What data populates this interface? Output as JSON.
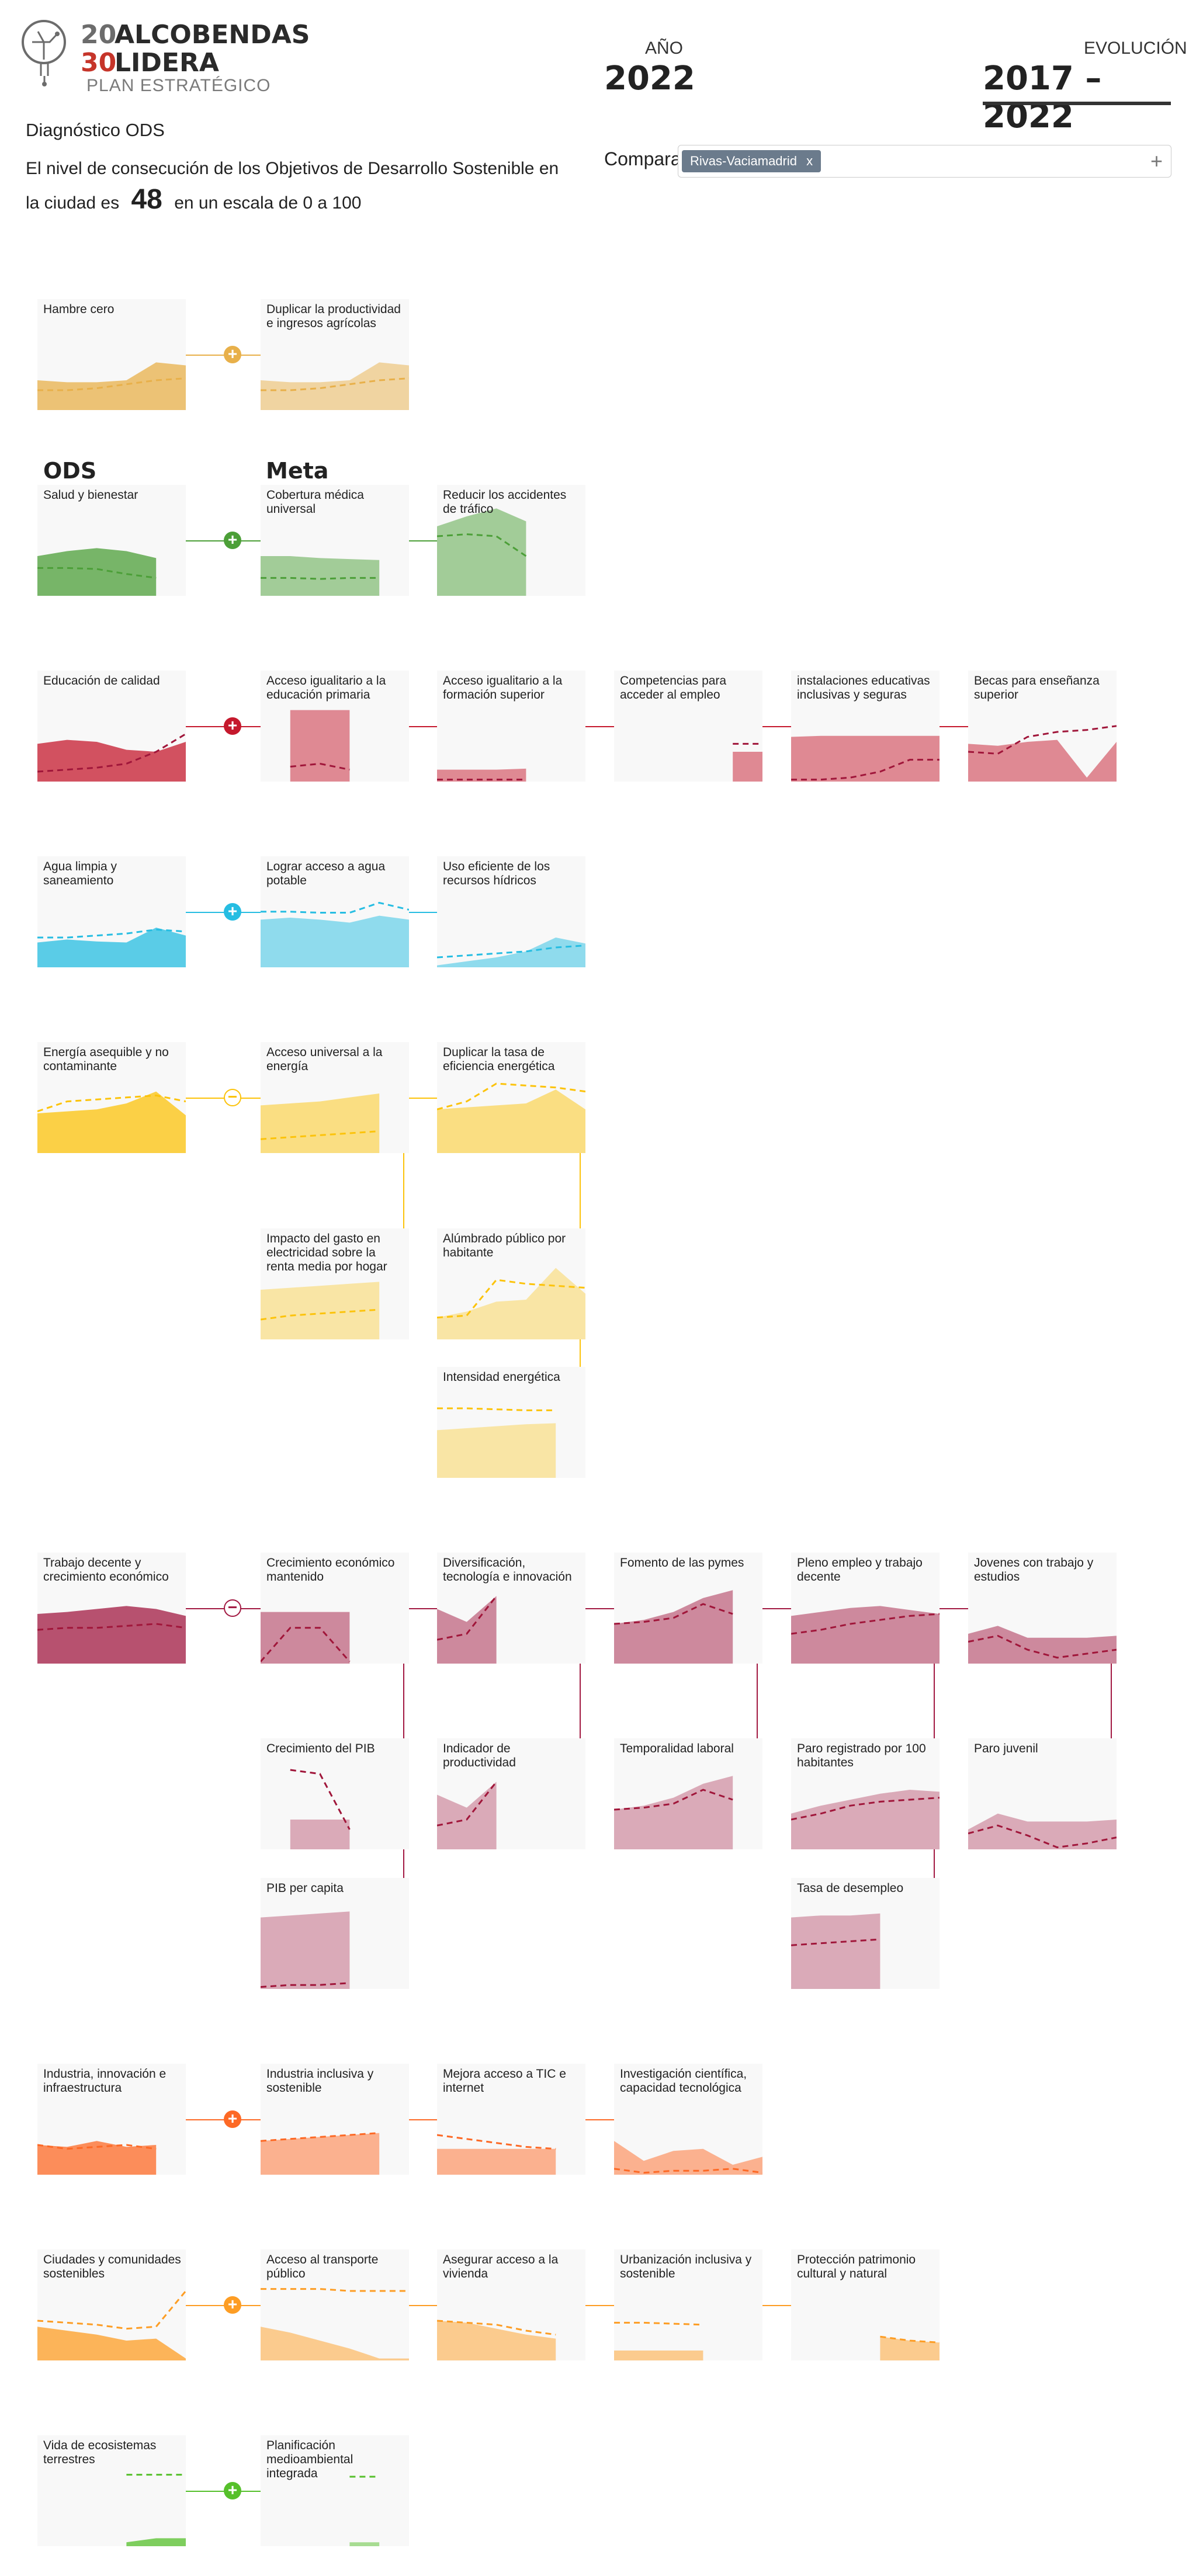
{
  "logo": {
    "line1_num": "20",
    "line1_text": "ALCOBENDAS",
    "line2_num": "30",
    "line2_text": "LIDERA",
    "line3_text": "PLAN ESTRATÉGICO"
  },
  "header": {
    "year_label": "AÑO",
    "year_value": "2022",
    "evolution_label": "EVOLUCIÓN",
    "evolution_value": "2017 – 2022"
  },
  "diagnosis": {
    "title": "Diagnóstico ODS",
    "sentence_before": "El nivel de consecución de los Objetivos de Desarrollo Sostenible en la ciudad es",
    "score": "48",
    "sentence_after": "en un escala de 0 a 100"
  },
  "compare": {
    "label": "Comparar",
    "chip": "Rivas-Vaciamadrid",
    "chip_remove": "x",
    "add": "+"
  },
  "columns": {
    "ods": "ODS",
    "meta": "Meta"
  },
  "colors": {
    "hambre": "#e8b04a",
    "salud": "#4c9f38",
    "educacion": "#c5192d",
    "agua": "#26bde2",
    "energia": "#fcc30b",
    "trabajo": "#a21942",
    "industria": "#fd6925",
    "ciudades": "#fd9d24",
    "vida": "#56c02b"
  },
  "connectors": {
    "hambre": "+",
    "salud": "+",
    "educacion": "+",
    "agua": "+",
    "energia": "−",
    "trabajo": "−",
    "industria": "+",
    "ciudades": "+",
    "vida": "+"
  },
  "panels": {
    "hambre_cero": "Hambre cero",
    "duplicar_productividad": "Duplicar la productividad e ingresos agrícolas",
    "salud_bienestar": "Salud y bienestar",
    "cobertura_medica": "Cobertura médica universal",
    "reducir_accidentes": "Reducir los accidentes de tráfico",
    "educacion_calidad": "Educación de calidad",
    "acceso_primaria": "Acceso igualitario a la educación primaria",
    "acceso_superior": "Acceso igualitario a la formación superior",
    "competencias_empleo": "Competencias para acceder al empleo",
    "instalaciones_educativas": "instalaciones educativas inclusivas y seguras",
    "becas": "Becas para enseñanza superior",
    "agua_limpia": "Agua limpia y saneamiento",
    "acceso_agua": "Lograr acceso a agua potable",
    "uso_eficiente_agua": "Uso eficiente de los recursos hídricos",
    "energia_asequible": "Energía asequible y no contaminante",
    "acceso_energia": "Acceso universal a la energía",
    "duplicar_eficiencia": "Duplicar la tasa de eficiencia energética",
    "impacto_gasto": "Impacto del gasto en electricidad sobre la renta media por hogar",
    "alumbrado_publico": "Alúmbrado público por habitante",
    "intensidad_energetica": "Intensidad energética",
    "trabajo_decente": "Trabajo decente y crecimiento económico",
    "crecimiento_economico": "Crecimiento económico mantenido",
    "diversificacion": "Diversificación, tecnología e innovación",
    "fomento_pymes": "Fomento de las pymes",
    "pleno_empleo": "Pleno empleo y trabajo decente",
    "jovenes_trabajo": "Jovenes con trabajo y estudios",
    "crecimiento_pib": "Crecimiento del PIB",
    "indicador_productividad": "Indicador de productividad",
    "temporalidad_laboral": "Temporalidad laboral",
    "paro_registrado": "Paro registrado por 100 habitantes",
    "paro_juvenil": "Paro juvenil",
    "pib_per_capita": "PIB per capita",
    "tasa_desempleo": "Tasa de desempleo",
    "industria_innovacion": "Industria, innovación e infraestructura",
    "industria_inclusiva": "Industria inclusiva y sostenible",
    "mejora_tic": "Mejora acceso a TIC e internet",
    "investigacion_cientifica": "Investigación científica, capacidad tecnológica",
    "ciudades_sostenibles": "Ciudades y comunidades sostenibles",
    "acceso_transporte": "Acceso al transporte público",
    "acceso_vivienda": "Asegurar acceso a la vivienda",
    "urbanizacion_inclusiva": "Urbanización inclusiva y sostenible",
    "proteccion_patrimonio": "Protección patrimonio cultural y natural",
    "vida_ecosistemas": "Vida de ecosistemas terrestres",
    "planificacion_medioambiental": "Planificación medioambiental integrada"
  },
  "chart_data": {
    "type": "area",
    "x": [
      2017,
      2018,
      2019,
      2020,
      2021,
      2022
    ],
    "ylim": [
      0,
      100
    ],
    "note": "Small-multiple area charts: filled area = city value, dashed line = comparison (Rivas-Vaciamadrid)",
    "series": [
      {
        "panel": "hambre_cero",
        "color": "#e8b04a",
        "area": [
          30,
          28,
          28,
          30,
          48,
          45
        ],
        "compare": [
          20,
          20,
          22,
          26,
          30,
          32
        ]
      },
      {
        "panel": "duplicar_productividad",
        "color": "#e8b04a",
        "area": [
          30,
          28,
          28,
          30,
          48,
          45
        ],
        "compare": [
          20,
          20,
          22,
          26,
          30,
          32
        ]
      },
      {
        "panel": "salud_bienestar",
        "color": "#4c9f38",
        "area": [
          40,
          45,
          48,
          45,
          38,
          null
        ],
        "compare": [
          28,
          28,
          27,
          22,
          18,
          null
        ]
      },
      {
        "panel": "cobertura_medica",
        "color": "#4c9f38",
        "area": [
          40,
          40,
          38,
          37,
          36,
          null
        ],
        "compare": [
          18,
          18,
          17,
          18,
          18,
          null
        ]
      },
      {
        "panel": "reducir_accidentes",
        "color": "#4c9f38",
        "area": [
          70,
          80,
          88,
          75,
          null,
          null
        ],
        "compare": [
          60,
          62,
          60,
          40,
          null,
          null
        ]
      },
      {
        "panel": "educacion_calidad",
        "color": "#c5192d",
        "area": [
          38,
          42,
          40,
          32,
          30,
          40
        ],
        "compare": [
          10,
          12,
          14,
          18,
          30,
          48
        ]
      },
      {
        "panel": "acceso_primaria",
        "color": "#c5192d",
        "area": [
          null,
          72,
          72,
          72,
          null,
          null
        ],
        "compare": [
          null,
          15,
          18,
          12,
          null,
          null
        ]
      },
      {
        "panel": "acceso_superior",
        "color": "#c5192d",
        "area": [
          12,
          12,
          12,
          13,
          null,
          null
        ],
        "compare": [
          2,
          2,
          2,
          2,
          null,
          null
        ]
      },
      {
        "panel": "competencias_empleo",
        "color": "#c5192d",
        "area": [
          null,
          null,
          null,
          null,
          30,
          30
        ],
        "compare": [
          null,
          null,
          null,
          null,
          38,
          38
        ]
      },
      {
        "panel": "instalaciones_educativas",
        "color": "#c5192d",
        "area": [
          45,
          46,
          46,
          46,
          46,
          46
        ],
        "compare": [
          2,
          2,
          4,
          10,
          22,
          22
        ]
      },
      {
        "panel": "becas",
        "color": "#c5192d",
        "area": [
          38,
          36,
          40,
          42,
          4,
          40
        ],
        "compare": [
          30,
          28,
          45,
          50,
          52,
          56
        ]
      },
      {
        "panel": "agua_limpia",
        "color": "#26bde2",
        "area": [
          25,
          28,
          26,
          25,
          40,
          32
        ],
        "compare": [
          30,
          30,
          32,
          34,
          38,
          36
        ]
      },
      {
        "panel": "acceso_agua",
        "color": "#26bde2",
        "area": [
          48,
          50,
          48,
          45,
          52,
          48
        ],
        "compare": [
          56,
          56,
          55,
          55,
          65,
          58
        ]
      },
      {
        "panel": "uso_eficiente_agua",
        "color": "#26bde2",
        "area": [
          2,
          6,
          10,
          16,
          30,
          24
        ],
        "compare": [
          10,
          12,
          14,
          16,
          20,
          22
        ]
      },
      {
        "panel": "energia_asequible",
        "color": "#fcc30b",
        "area": [
          40,
          42,
          44,
          50,
          62,
          38
        ],
        "compare": [
          42,
          52,
          54,
          56,
          58,
          52
        ]
      },
      {
        "panel": "acceso_energia",
        "color": "#fcc30b",
        "area": [
          48,
          50,
          52,
          56,
          60,
          null
        ],
        "compare": [
          14,
          16,
          18,
          20,
          22,
          null
        ]
      },
      {
        "panel": "duplicar_eficiencia",
        "color": "#fcc30b",
        "area": [
          44,
          46,
          48,
          50,
          64,
          44
        ],
        "compare": [
          44,
          52,
          70,
          68,
          66,
          62
        ]
      },
      {
        "panel": "impacto_gasto",
        "color": "#fcc30b",
        "area": [
          50,
          52,
          54,
          56,
          58,
          null
        ],
        "compare": [
          20,
          24,
          26,
          28,
          30,
          null
        ]
      },
      {
        "panel": "alumbrado_publico",
        "color": "#fcc30b",
        "area": [
          22,
          28,
          38,
          40,
          72,
          46
        ],
        "compare": [
          22,
          24,
          60,
          56,
          54,
          52
        ]
      },
      {
        "panel": "intensidad_energetica",
        "color": "#fcc30b",
        "area": [
          48,
          50,
          52,
          54,
          55,
          null
        ],
        "compare": [
          70,
          70,
          69,
          68,
          68,
          null
        ]
      },
      {
        "panel": "trabajo_decente",
        "color": "#a21942",
        "area": [
          50,
          52,
          55,
          58,
          55,
          48
        ],
        "compare": [
          34,
          36,
          36,
          38,
          40,
          36
        ]
      },
      {
        "panel": "crecimiento_economico",
        "color": "#a21942",
        "area": [
          52,
          52,
          52,
          52,
          null,
          null
        ],
        "compare": [
          2,
          36,
          36,
          2,
          null,
          null
        ]
      },
      {
        "panel": "diversificacion",
        "color": "#a21942",
        "area": [
          55,
          42,
          68,
          null,
          null,
          null
        ],
        "compare": [
          24,
          30,
          68,
          null,
          null,
          null
        ]
      },
      {
        "panel": "fomento_pymes",
        "color": "#a21942",
        "area": [
          40,
          44,
          52,
          66,
          74,
          null
        ],
        "compare": [
          40,
          42,
          46,
          60,
          50,
          null
        ]
      },
      {
        "panel": "pleno_empleo",
        "color": "#a21942",
        "area": [
          48,
          52,
          56,
          58,
          54,
          50
        ],
        "compare": [
          30,
          34,
          40,
          44,
          48,
          50
        ]
      },
      {
        "panel": "jovenes_trabajo",
        "color": "#a21942",
        "area": [
          30,
          38,
          26,
          26,
          26,
          28
        ],
        "compare": [
          22,
          28,
          14,
          6,
          10,
          14
        ]
      },
      {
        "panel": "crecimiento_pib",
        "color": "#a21942",
        "area": [
          null,
          30,
          30,
          30,
          null,
          null
        ],
        "compare": [
          null,
          80,
          76,
          20,
          null,
          null
        ]
      },
      {
        "panel": "indicador_productividad",
        "color": "#a21942",
        "area": [
          55,
          42,
          68,
          null,
          null,
          null
        ],
        "compare": [
          24,
          30,
          68,
          null,
          null,
          null
        ]
      },
      {
        "panel": "temporalidad_laboral",
        "color": "#a21942",
        "area": [
          40,
          44,
          52,
          66,
          74,
          null
        ],
        "compare": [
          40,
          42,
          46,
          60,
          50,
          null
        ]
      },
      {
        "panel": "paro_registrado",
        "color": "#a21942",
        "area": [
          36,
          44,
          50,
          56,
          60,
          58
        ],
        "compare": [
          30,
          36,
          44,
          48,
          50,
          52
        ]
      },
      {
        "panel": "paro_juvenil",
        "color": "#a21942",
        "area": [
          20,
          36,
          28,
          28,
          28,
          30
        ],
        "compare": [
          16,
          24,
          14,
          2,
          6,
          12
        ]
      },
      {
        "panel": "pib_per_capita",
        "color": "#a21942",
        "area": [
          72,
          74,
          76,
          78,
          null,
          null
        ],
        "compare": [
          2,
          4,
          4,
          6,
          null,
          null
        ]
      },
      {
        "panel": "tasa_desempleo",
        "color": "#a21942",
        "area": [
          72,
          74,
          74,
          76,
          null,
          null
        ],
        "compare": [
          44,
          46,
          48,
          50,
          null,
          null
        ]
      },
      {
        "panel": "industria_innovacion",
        "color": "#fd6925",
        "area": [
          30,
          28,
          34,
          28,
          30,
          null
        ],
        "compare": [
          30,
          26,
          28,
          30,
          26,
          null
        ]
      },
      {
        "panel": "industria_inclusiva",
        "color": "#fd6925",
        "area": [
          34,
          36,
          38,
          40,
          42,
          null
        ],
        "compare": [
          34,
          36,
          38,
          40,
          42,
          null
        ]
      },
      {
        "panel": "mejora_tic",
        "color": "#fd6925",
        "area": [
          26,
          26,
          26,
          26,
          26,
          null
        ],
        "compare": [
          40,
          36,
          32,
          28,
          26,
          null
        ]
      },
      {
        "panel": "investigacion_cientifica",
        "color": "#fd6925",
        "area": [
          34,
          14,
          24,
          26,
          10,
          18
        ],
        "compare": [
          6,
          2,
          4,
          4,
          6,
          2
        ]
      },
      {
        "panel": "ciudades_sostenibles",
        "color": "#fd9d24",
        "area": [
          34,
          30,
          26,
          20,
          22,
          2
        ],
        "compare": [
          40,
          38,
          36,
          32,
          34,
          70
        ]
      },
      {
        "panel": "acceso_transporte",
        "color": "#fd9d24",
        "area": [
          34,
          28,
          20,
          12,
          2,
          2
        ],
        "compare": [
          72,
          72,
          72,
          70,
          70,
          70
        ]
      },
      {
        "panel": "acceso_vivienda",
        "color": "#fd9d24",
        "area": [
          40,
          38,
          32,
          26,
          22,
          null
        ],
        "compare": [
          40,
          38,
          36,
          30,
          26,
          null
        ]
      },
      {
        "panel": "urbanizacion_inclusiva",
        "color": "#fd9d24",
        "area": [
          10,
          10,
          10,
          10,
          null,
          null
        ],
        "compare": [
          38,
          38,
          37,
          36,
          null,
          null
        ]
      },
      {
        "panel": "proteccion_patrimonio",
        "color": "#fd9d24",
        "area": [
          null,
          null,
          null,
          24,
          20,
          18
        ],
        "compare": [
          null,
          null,
          null,
          24,
          20,
          18
        ]
      },
      {
        "panel": "vida_ecosistemas",
        "color": "#56c02b",
        "area": [
          null,
          null,
          null,
          4,
          8,
          8
        ],
        "compare": [
          null,
          null,
          null,
          72,
          72,
          72
        ]
      },
      {
        "panel": "planificacion_medioambiental",
        "color": "#56c02b",
        "area": [
          null,
          null,
          null,
          4,
          4,
          null
        ],
        "compare": [
          null,
          null,
          null,
          70,
          70,
          null
        ]
      }
    ]
  }
}
